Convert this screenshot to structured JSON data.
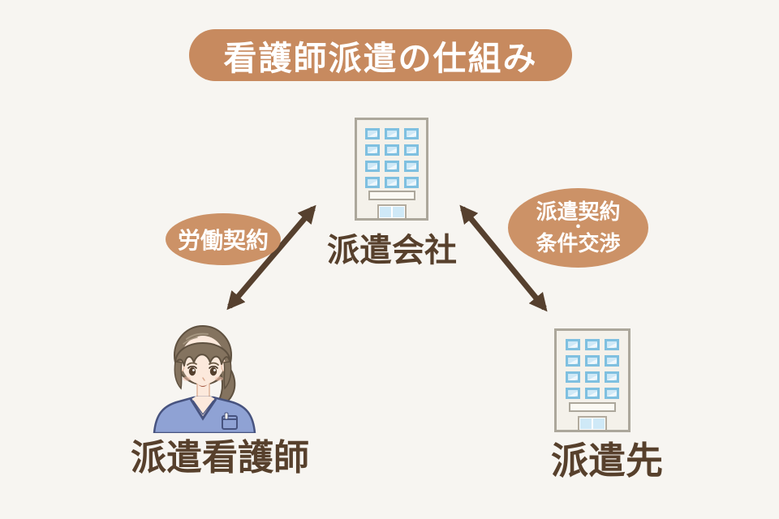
{
  "title": {
    "text": "看護師派遣の仕組み"
  },
  "nodes": {
    "agency": {
      "label": "派遣会社",
      "icon": "office-building-icon"
    },
    "nurse": {
      "label": "派遣看護師",
      "icon": "nurse-character-illustration"
    },
    "client": {
      "label": "派遣先",
      "icon": "office-building-icon"
    }
  },
  "edges": {
    "labor": {
      "label": "労働契約",
      "shape": "double-headed-arrow"
    },
    "dispatch": {
      "line1": "派遣契約",
      "dot": "・",
      "line2": "条件交渉",
      "shape": "double-headed-arrow"
    }
  },
  "colors": {
    "background": "#f7f5f1",
    "banner": "#c78a5f",
    "bubble": "#cc9267",
    "dark_text": "#57402c",
    "arrow": "#56402e",
    "building_body": "#f4f1ea",
    "building_border": "#aca79b",
    "window_border": "#7fc0e0",
    "window_fill": "#cfe9f7",
    "scrub_blue": "#8fa2d4",
    "hair_brown": "#84735f",
    "skin": "#fce9dc"
  }
}
